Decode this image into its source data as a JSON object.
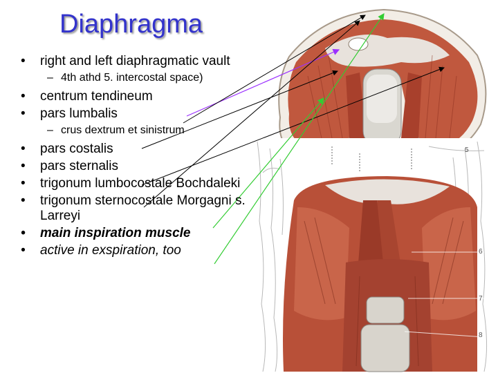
{
  "title": "Diaphragma",
  "bullets": [
    {
      "text": "right and left diaphragmatic vault",
      "level": 1,
      "style": "normal"
    },
    {
      "text": "4th athd 5. intercostal space)",
      "level": 2,
      "style": "normal"
    },
    {
      "text": "centrum tendineum",
      "level": 1,
      "style": "normal"
    },
    {
      "text": "pars lumbalis",
      "level": 1,
      "style": "normal"
    },
    {
      "text": "crus dextrum et sinistrum",
      "level": 2,
      "style": "normal"
    },
    {
      "text": "pars costalis",
      "level": 1,
      "style": "normal"
    },
    {
      "text": "pars sternalis",
      "level": 1,
      "style": "normal"
    },
    {
      "text": "trigonum lumbocostale Bochdaleki",
      "level": 1,
      "style": "normal"
    },
    {
      "text": "trigonum sternocostale Morgagni s. Larreyi",
      "level": 1,
      "style": "normal"
    },
    {
      "text": "main inspiration muscle",
      "level": 1,
      "style": "bold-italic"
    },
    {
      "text": "active in exspiration, too",
      "level": 1,
      "style": "italic"
    }
  ],
  "image_labels": [
    "5",
    "6",
    "7",
    "8"
  ],
  "colors": {
    "title": "#3333cc",
    "pointer_purple": "#9b30ff",
    "pointer_green": "#33cc33",
    "pointer_black": "#000000",
    "muscle": "#c0583e",
    "tendon": "#e8e2dc"
  }
}
